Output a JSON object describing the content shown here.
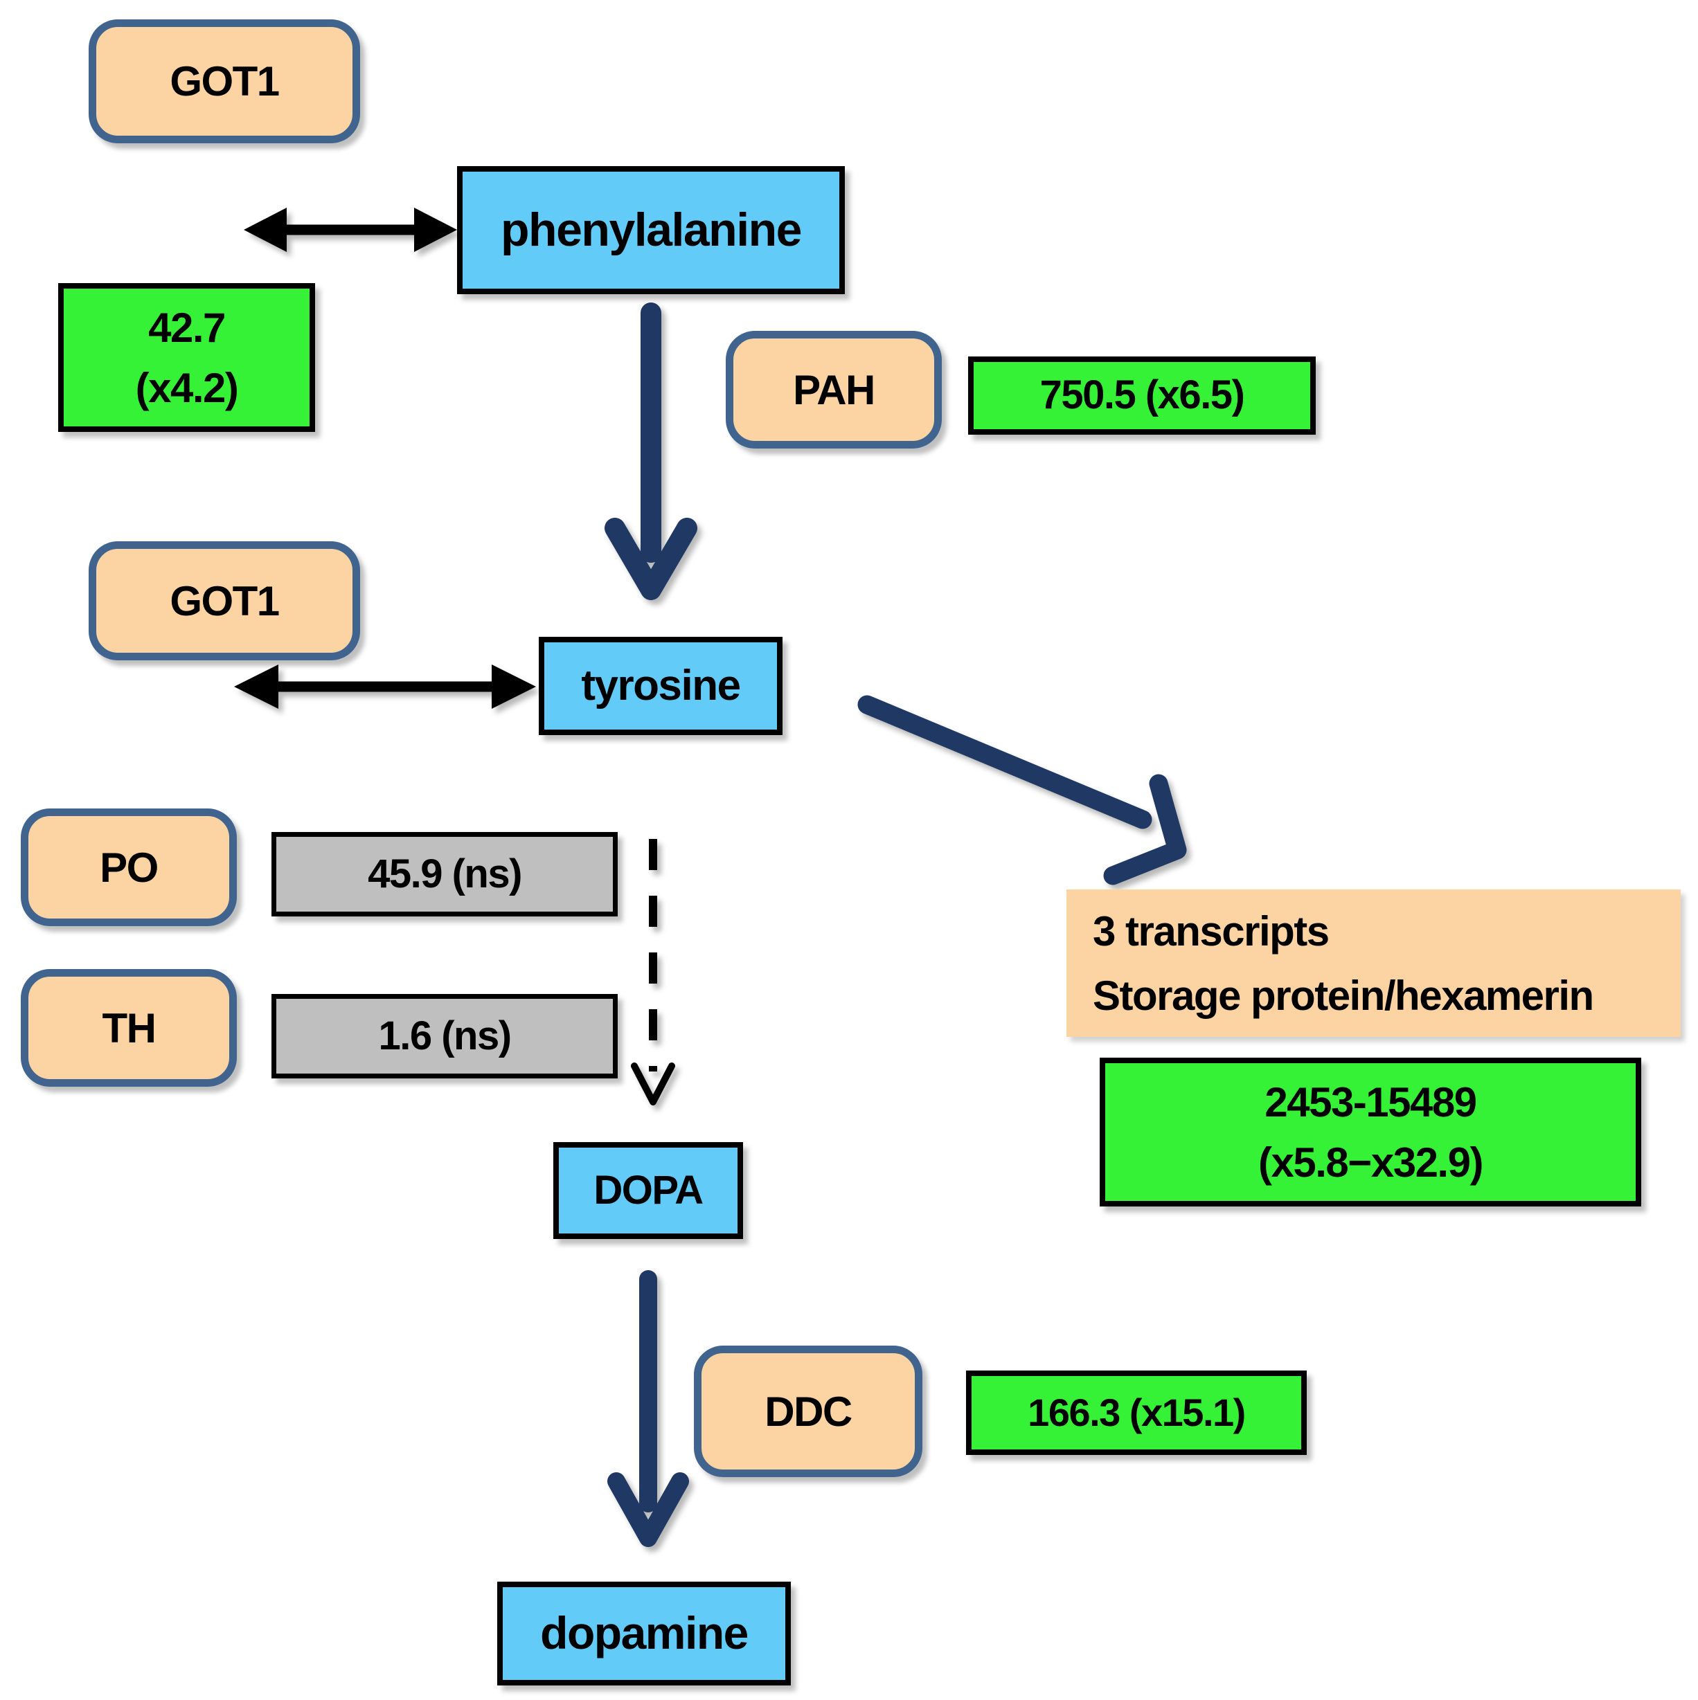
{
  "colors": {
    "background": "#FFFFFF",
    "enzyme_fill": "#FCD4A4",
    "enzyme_border": "#41648F",
    "metabolite_fill": "#63CBF7",
    "metabolite_border": "#000000",
    "value_up_fill": "#36F236",
    "value_ns_fill": "#BFBFBF",
    "value_border": "#000000",
    "flow_arrow_color": "#1F3864",
    "exchange_arrow_color": "#000000",
    "text": "#000000"
  },
  "nodes": {
    "got1_top": {
      "label": "GOT1"
    },
    "phenylalanine": {
      "label": "phenylalanine"
    },
    "value_got1": {
      "line1": "42.7",
      "line2": "(x4.2)"
    },
    "pah": {
      "label": "PAH"
    },
    "value_pah": {
      "label": "750.5 (x6.5)"
    },
    "got1_mid": {
      "label": "GOT1"
    },
    "tyrosine": {
      "label": "tyrosine"
    },
    "po": {
      "label": "PO"
    },
    "value_po": {
      "label": "45.9 (ns)"
    },
    "th": {
      "label": "TH"
    },
    "value_th": {
      "label": "1.6 (ns)"
    },
    "storage": {
      "line1": "3 transcripts",
      "line2": "Storage protein/hexamerin"
    },
    "value_storage": {
      "line1": "2453-15489",
      "line2": "(x5.8−x32.9)"
    },
    "dopa": {
      "label": "DOPA"
    },
    "ddc": {
      "label": "DDC"
    },
    "value_ddc": {
      "label": "166.3 (x15.1)"
    },
    "dopamine": {
      "label": "dopamine"
    }
  }
}
